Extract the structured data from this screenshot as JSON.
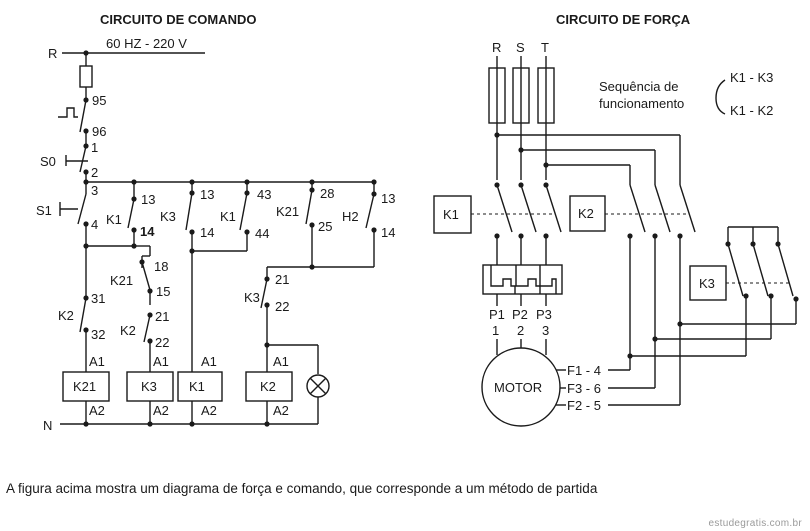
{
  "titles": {
    "command": "CIRCUITO DE COMANDO",
    "power": "CIRCUITO DE FORÇA"
  },
  "command": {
    "supply": "60 HZ - 220 V",
    "line_R": "R",
    "line_N": "N",
    "relay_95": "95",
    "relay_96": "96",
    "s0": "S0",
    "s0_1": "1",
    "s0_2": "2",
    "s1": "S1",
    "s1_3": "3",
    "s1_4": "4",
    "k1a": "K1",
    "k1a_13": "13",
    "k1a_14": "14",
    "k3a": "K3",
    "k3a_13": "13",
    "k3a_14": "14",
    "k1b": "K1",
    "k1b_43": "43",
    "k1b_44": "44",
    "k21a": "K21",
    "k21a_28": "28",
    "k21a_25": "25",
    "h2": "H2",
    "h2_13": "13",
    "h2_14": "14",
    "k21b": "K21",
    "k21b_18": "18",
    "k21b_15": "15",
    "k2a": "K2",
    "k2a_31": "31",
    "k2a_32": "32",
    "k2b": "K2",
    "k2b_21": "21",
    "k2b_22": "22",
    "k3b": "K3",
    "k3b_21": "21",
    "k3b_22": "22",
    "coils": [
      "K21",
      "K3",
      "K1",
      "K2"
    ],
    "a1": "A1",
    "a2": "A2"
  },
  "power": {
    "phases": [
      "R",
      "S",
      "T"
    ],
    "sequence_label": "Sequência de funcionamento",
    "sequence_1": "K1 - K3",
    "sequence_2": "K1 - K2",
    "contactor_k1": "K1",
    "contactor_k2": "K2",
    "contactor_k3": "K3",
    "protection": [
      "P1",
      "P2",
      "P3"
    ],
    "motor_terminals": [
      "1",
      "2",
      "3"
    ],
    "motor": "MOTOR",
    "windings": [
      "F1 - 4",
      "F3 - 6",
      "F2 - 5"
    ]
  },
  "caption": "A figura acima mostra um diagrama de força e comando, que corresponde a um método de partida",
  "watermark": "estudegratis.com.br"
}
